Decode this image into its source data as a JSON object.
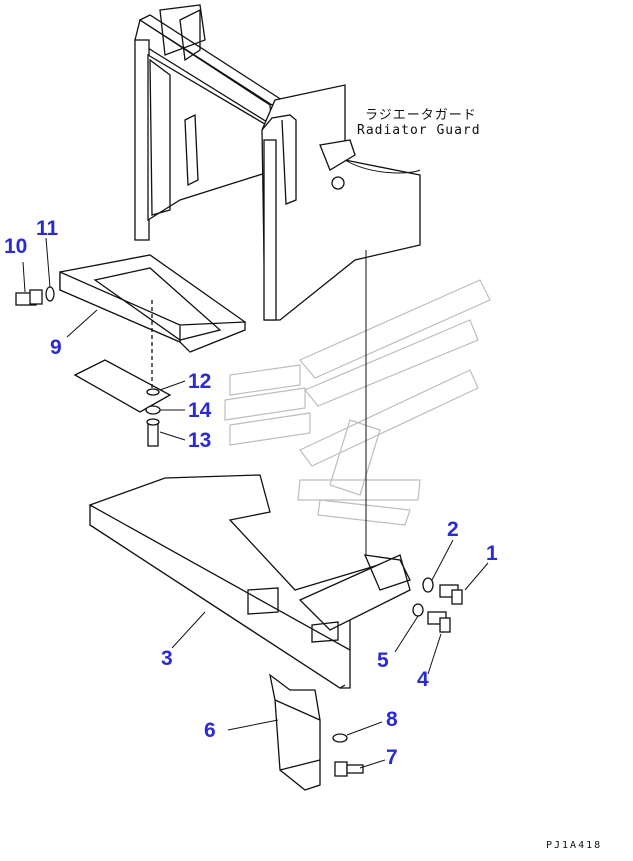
{
  "labels": {
    "part_name_jp": "ラジエータガード",
    "part_name_en": "Radiator Guard",
    "drawing_code": "PJ1A418"
  },
  "callouts": [
    "1",
    "2",
    "3",
    "4",
    "5",
    "6",
    "7",
    "8",
    "9",
    "10",
    "11",
    "12",
    "13",
    "14"
  ],
  "colors": {
    "callout": "#2a2ad6",
    "line": "#111111",
    "watermark": "#bdbdbd"
  }
}
